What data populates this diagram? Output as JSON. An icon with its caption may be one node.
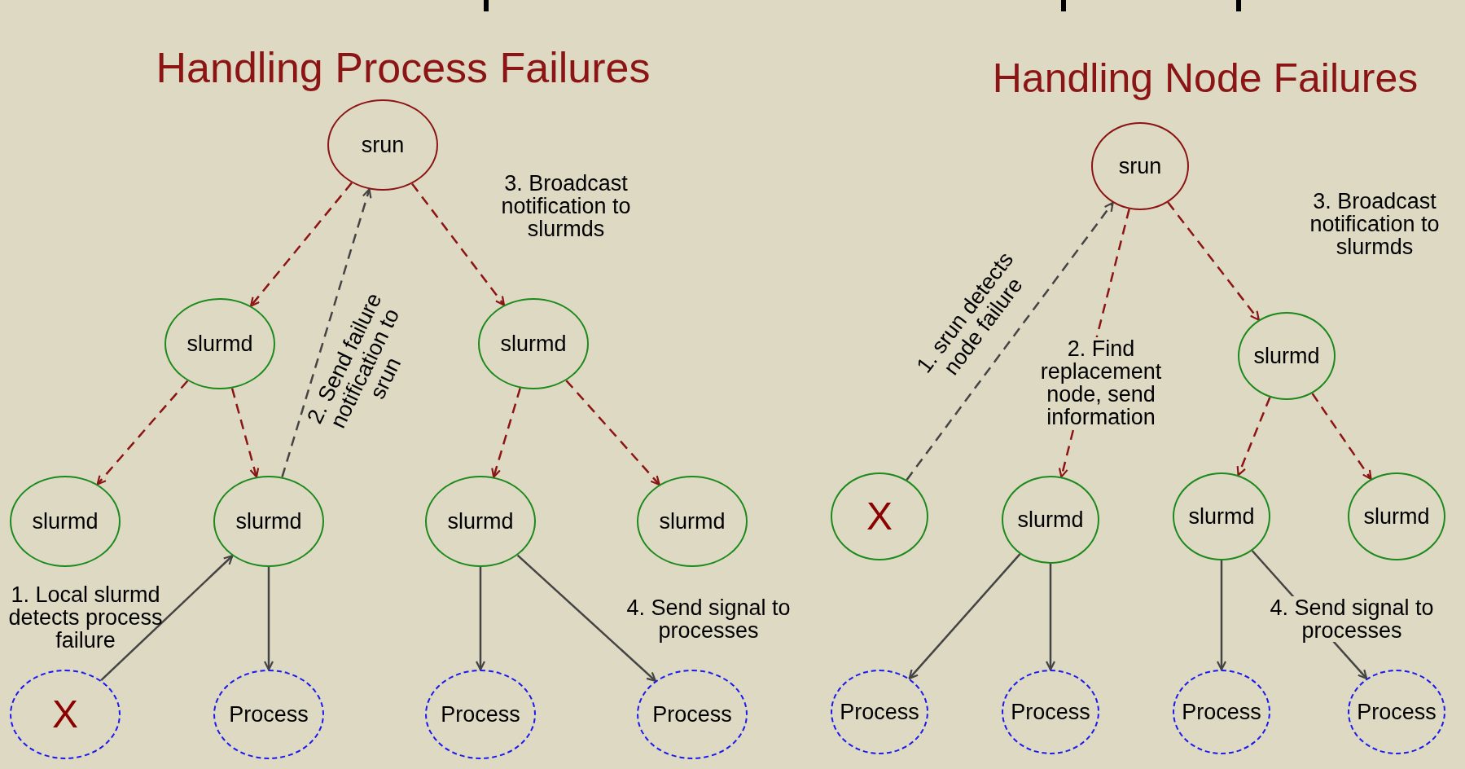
{
  "diagram": {
    "nodes": [
      {
        "text": [
          "srun"
        ]
      },
      {
        "text": [
          "slurmd"
        ]
      },
      {
        "text": [
          "slurmd"
        ]
      },
      {
        "text": [
          "slurmd"
        ]
      },
      {
        "text": [
          "slurmd"
        ]
      },
      {
        "text": [
          "slurmd"
        ]
      },
      {
        "text": [
          "slurmd"
        ]
      },
      {
        "text": [
          "X"
        ]
      },
      {
        "text": [
          "Process"
        ]
      },
      {
        "text": [
          "Process"
        ]
      },
      {
        "text": [
          "Process"
        ]
      },
      {
        "text": [
          "srun"
        ]
      },
      {
        "text": [
          "X"
        ]
      },
      {
        "text": [
          "slurmd"
        ]
      },
      {
        "text": [
          "slurmd"
        ]
      },
      {
        "text": [
          "slurmd"
        ]
      },
      {
        "text": [
          "slurmd"
        ]
      },
      {
        "text": [
          "Process"
        ]
      },
      {
        "text": [
          "Process"
        ]
      },
      {
        "text": [
          "Process"
        ]
      },
      {
        "text": [
          "Process"
        ]
      }
    ],
    "edges": [
      {
        "from": 0,
        "to": 1,
        "arrow": "to",
        "style": "dashed"
      },
      {
        "from": 0,
        "to": 2,
        "arrow": "to",
        "style": "dashed",
        "label": "3. Broadcast notification to slurmds"
      },
      {
        "from": 1,
        "to": 3,
        "arrow": "to",
        "style": "dashed"
      },
      {
        "from": 1,
        "to": 4,
        "arrow": "to",
        "style": "dashed"
      },
      {
        "from": 2,
        "to": 5,
        "arrow": "to",
        "style": "dashed"
      },
      {
        "from": 2,
        "to": 6,
        "arrow": "to",
        "style": "dashed"
      },
      {
        "from": 4,
        "to": 0,
        "arrow": "to",
        "style": "dashed",
        "color": "#444444",
        "label": "2. Send failure notification to srun"
      },
      {
        "from": 7,
        "to": 4,
        "arrow": "to",
        "color": "#444444",
        "label": "1. Local slurmd detects process failure"
      },
      {
        "from": 4,
        "to": 8,
        "arrow": "to",
        "color": "#444444"
      },
      {
        "from": 5,
        "to": 9,
        "arrow": "to",
        "color": "#444444"
      },
      {
        "from": 5,
        "to": 10,
        "arrow": "to",
        "color": "#444444",
        "label": "4. Send signal to processes"
      },
      {
        "from": 12,
        "to": 11,
        "arrow": "to",
        "style": "dashed",
        "color": "#444444",
        "label": "1. srun detects node failure"
      },
      {
        "from": 11,
        "to": 13,
        "arrow": "to",
        "style": "dashed",
        "label": "2. Find replacement node, send information"
      },
      {
        "from": 11,
        "to": 14,
        "arrow": "to",
        "style": "dashed",
        "label": "3. Broadcast notification to slurmds"
      },
      {
        "from": 14,
        "to": 15,
        "arrow": "to",
        "style": "dashed"
      },
      {
        "from": 14,
        "to": 16,
        "arrow": "to",
        "style": "dashed"
      },
      {
        "from": 13,
        "to": 17,
        "arrow": "to",
        "color": "#444444"
      },
      {
        "from": 13,
        "to": 18,
        "arrow": "to",
        "color": "#444444"
      },
      {
        "from": 15,
        "to": 19,
        "arrow": "to",
        "color": "#444444"
      },
      {
        "from": 15,
        "to": 20,
        "arrow": "to",
        "color": "#444444",
        "label": "4. Send signal to processes"
      }
    ],
    "labels": [
      "Handling Process Failures",
      "Handling Node Failures"
    ]
  }
}
